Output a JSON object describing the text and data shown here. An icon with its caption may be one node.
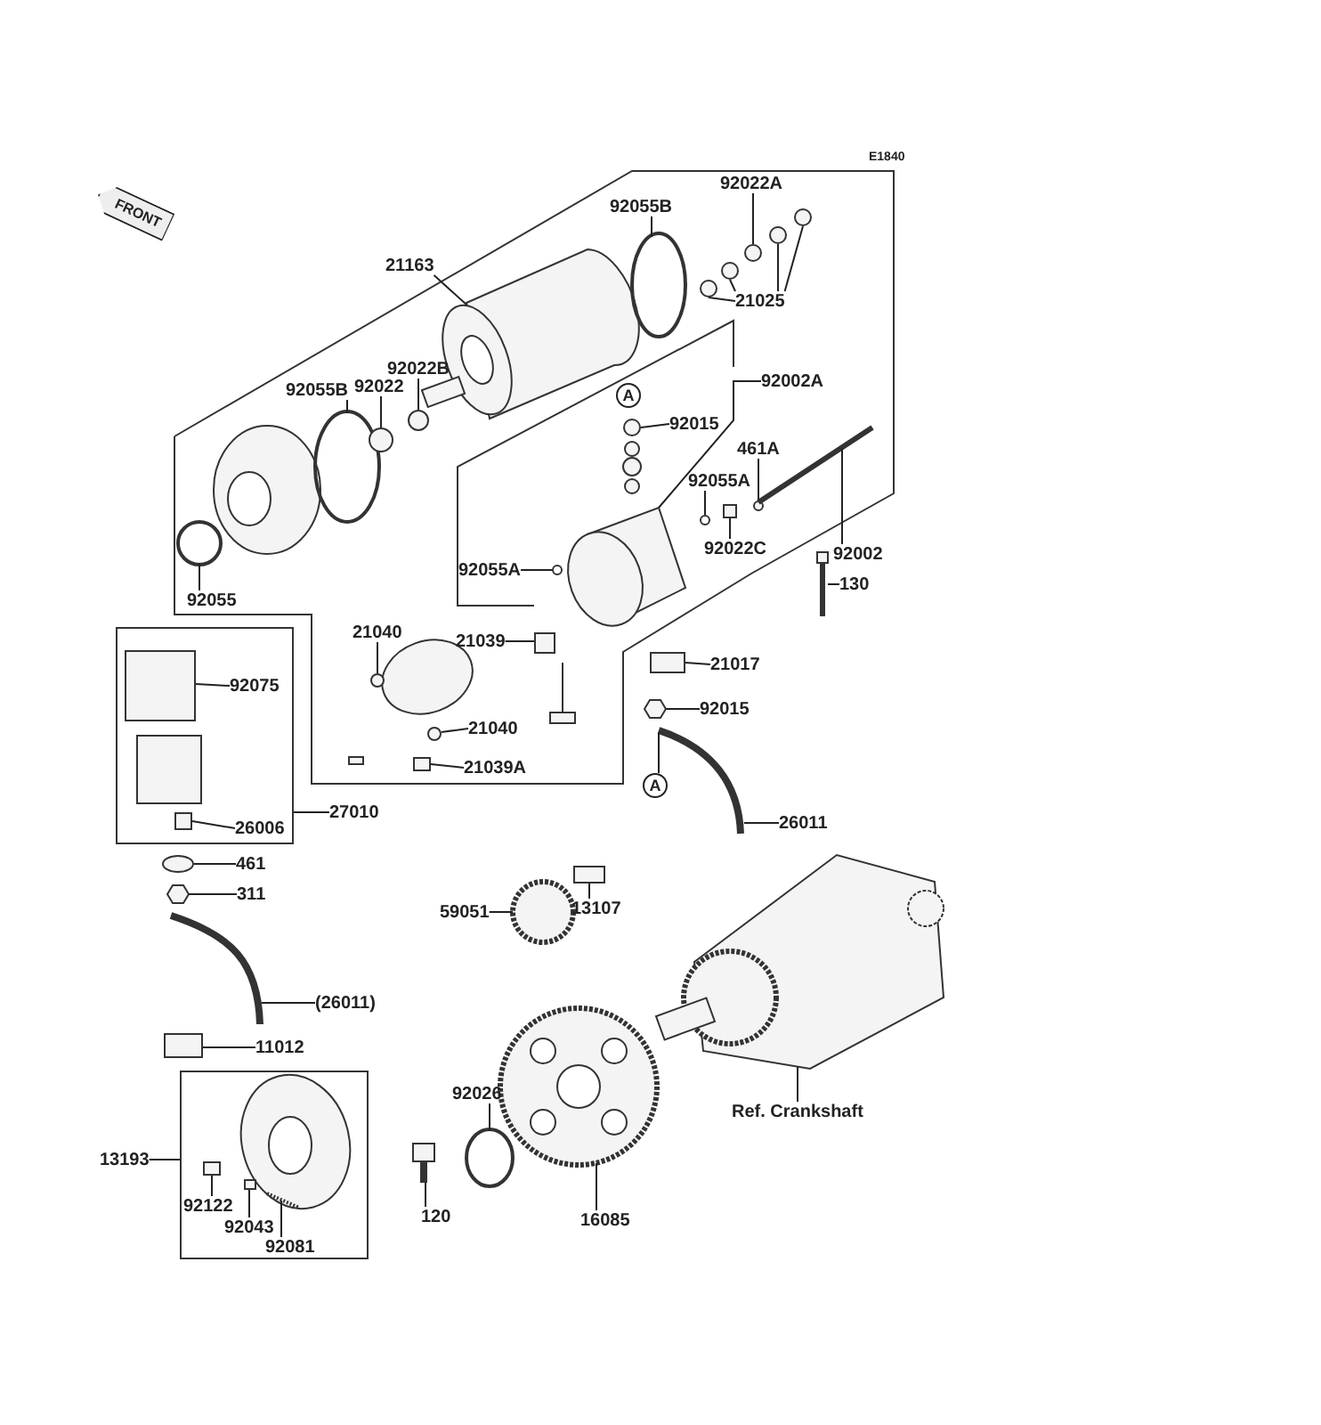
{
  "diagram": {
    "nodes": [
      {
        "text": [
          "21163"
        ]
      },
      {
        "text": [
          "92055B"
        ]
      },
      {
        "text": [
          "92022A"
        ]
      },
      {
        "text": [
          "21025"
        ]
      },
      {
        "text": [
          "92002A"
        ]
      },
      {
        "text": [
          "92055B"
        ]
      },
      {
        "text": [
          "92022"
        ]
      },
      {
        "text": [
          "92022B"
        ]
      },
      {
        "text": [
          "92015"
        ]
      },
      {
        "text": [
          "461A"
        ]
      },
      {
        "text": [
          "92055A"
        ]
      },
      {
        "text": [
          "92002"
        ]
      },
      {
        "text": [
          "92022C"
        ]
      },
      {
        "text": [
          "92055A"
        ]
      },
      {
        "text": [
          "130"
        ]
      },
      {
        "text": [
          "92055"
        ]
      },
      {
        "text": [
          "21040"
        ]
      },
      {
        "text": [
          "21039"
        ]
      },
      {
        "text": [
          "92075"
        ],
        "in": 63
      },
      {
        "text": [
          "21017"
        ]
      },
      {
        "text": [
          "92015"
        ]
      },
      {
        "text": [
          "21040"
        ]
      },
      {
        "text": [
          "21039A"
        ]
      },
      {
        "text": [
          "A"
        ]
      },
      {
        "text": [
          "27010"
        ]
      },
      {
        "text": [
          "26006"
        ],
        "in": 63
      },
      {
        "text": [
          "26011"
        ]
      },
      {
        "text": [
          "461"
        ]
      },
      {
        "text": [
          "311"
        ]
      },
      {
        "text": [
          "13107"
        ]
      },
      {
        "text": [
          "59051"
        ]
      },
      {
        "text": [
          "(26011)"
        ]
      },
      {
        "text": [
          "11012"
        ]
      },
      {
        "text": [
          "Ref. Crankshaft"
        ]
      },
      {
        "text": [
          "92026"
        ]
      },
      {
        "text": [
          "13193"
        ]
      },
      {
        "text": [
          "120"
        ]
      },
      {
        "text": [
          "16085"
        ]
      },
      {
        "text": [
          "92122"
        ],
        "in": 79
      },
      {
        "text": [
          "92043"
        ],
        "in": 79
      },
      {
        "text": [
          "92081"
        ],
        "in": 79
      },
      {
        "text": [
          "A"
        ]
      },
      {
        "text": [],
        "shape": "picture"
      },
      {
        "text": [],
        "shape": "circle"
      },
      {
        "text": [],
        "shape": "circle"
      },
      {
        "text": [],
        "shape": "circle"
      },
      {
        "text": [],
        "shape": "circle"
      },
      {
        "text": [],
        "shape": "circle"
      },
      {
        "text": [],
        "shape": "circle"
      },
      {
        "text": [],
        "shape": "picture"
      },
      {
        "text": [],
        "shape": "circle"
      },
      {
        "text": [],
        "shape": "circle"
      },
      {
        "text": [],
        "shape": "circle"
      },
      {
        "text": [],
        "shape": "circle"
      },
      {
        "text": [],
        "shape": "circle"
      },
      {
        "text": [],
        "shape": "circle"
      },
      {
        "text": [],
        "shape": "picture"
      },
      {
        "text": [],
        "shape": "box"
      },
      {
        "text": [],
        "shape": "circle"
      },
      {
        "text": [],
        "shape": "picture"
      },
      {
        "text": [],
        "shape": "circle"
      },
      {
        "text": [],
        "shape": "circle"
      },
      {
        "text": [],
        "shape": "box"
      },
      {
        "text": [],
        "shape": "box"
      },
      {
        "text": [],
        "shape": "box",
        "in": 63
      },
      {
        "text": [],
        "shape": "box",
        "in": 63
      },
      {
        "text": [],
        "shape": "box"
      },
      {
        "text": [],
        "shape": "picture"
      },
      {
        "text": [],
        "shape": "circle"
      },
      {
        "text": [],
        "shape": "box"
      },
      {
        "text": [],
        "shape": "picture"
      },
      {
        "text": [],
        "shape": "circle"
      },
      {
        "text": [],
        "shape": "picture"
      },
      {
        "text": [],
        "shape": "box"
      },
      {
        "text": [],
        "shape": "circle"
      },
      {
        "text": [],
        "shape": "picture"
      },
      {
        "text": [],
        "shape": "box"
      },
      {
        "text": [],
        "shape": "picture"
      },
      {
        "text": [],
        "shape": "circle"
      },
      {
        "text": [],
        "shape": "box"
      },
      {
        "text": [],
        "shape": "picture"
      },
      {
        "text": [],
        "shape": "picture"
      },
      {
        "text": [],
        "shape": "box",
        "in": 79
      },
      {
        "text": [],
        "shape": "box",
        "in": 79
      },
      {
        "text": [],
        "shape": "picture",
        "in": 79
      }
    ],
    "edges": [
      {
        "from": 0,
        "to": 42,
        "arrow": "none"
      },
      {
        "from": 1,
        "to": 43,
        "arrow": "none"
      },
      {
        "from": 2,
        "to": 46,
        "arrow": "none"
      },
      {
        "from": 3,
        "to": 44,
        "arrow": "none"
      },
      {
        "from": 3,
        "to": 45,
        "arrow": "none"
      },
      {
        "from": 3,
        "to": 47,
        "arrow": "none"
      },
      {
        "from": 3,
        "to": 48,
        "arrow": "none"
      },
      {
        "from": 4,
        "to": 49,
        "arrow": "none"
      },
      {
        "from": 5,
        "to": 50,
        "arrow": "none"
      },
      {
        "from": 6,
        "to": 51,
        "arrow": "none"
      },
      {
        "from": 7,
        "to": 52,
        "arrow": "none"
      },
      {
        "from": 8,
        "to": 53,
        "arrow": "none"
      },
      {
        "from": 9,
        "to": 54,
        "arrow": "none"
      },
      {
        "from": 10,
        "to": 55,
        "arrow": "none"
      },
      {
        "from": 11,
        "to": 56,
        "arrow": "none"
      },
      {
        "from": 12,
        "to": 57,
        "arrow": "none"
      },
      {
        "from": 13,
        "to": 58,
        "arrow": "none"
      },
      {
        "from": 14,
        "to": 59,
        "arrow": "none"
      },
      {
        "from": 15,
        "to": 60,
        "arrow": "none"
      },
      {
        "from": 16,
        "to": 61,
        "arrow": "none"
      },
      {
        "from": 17,
        "to": 62,
        "arrow": "none"
      },
      {
        "from": 18,
        "to": 64,
        "arrow": "none"
      },
      {
        "from": 19,
        "to": 66,
        "arrow": "none"
      },
      {
        "from": 20,
        "to": 67,
        "arrow": "none"
      },
      {
        "from": 21,
        "to": 68,
        "arrow": "none"
      },
      {
        "from": 22,
        "to": 69,
        "arrow": "none"
      },
      {
        "from": 23,
        "to": 70,
        "arrow": "none"
      },
      {
        "from": 24,
        "to": 63,
        "arrow": "none"
      },
      {
        "from": 25,
        "to": 65,
        "arrow": "none"
      },
      {
        "from": 26,
        "to": 70,
        "arrow": "none"
      },
      {
        "from": 27,
        "to": 71,
        "arrow": "none"
      },
      {
        "from": 28,
        "to": 72,
        "arrow": "none"
      },
      {
        "from": 29,
        "to": 73,
        "arrow": "none"
      },
      {
        "from": 30,
        "to": 74,
        "arrow": "none"
      },
      {
        "from": 31,
        "to": 75,
        "arrow": "none"
      },
      {
        "from": 32,
        "to": 76,
        "arrow": "none"
      },
      {
        "from": 33,
        "to": 77,
        "arrow": "none"
      },
      {
        "from": 34,
        "to": 78,
        "arrow": "none"
      },
      {
        "from": 35,
        "to": 79,
        "arrow": "none"
      },
      {
        "from": 36,
        "to": 80,
        "arrow": "none"
      },
      {
        "from": 37,
        "to": 81,
        "arrow": "none"
      },
      {
        "from": 38,
        "to": 82,
        "arrow": "none"
      },
      {
        "from": 39,
        "to": 83,
        "arrow": "none"
      },
      {
        "from": 40,
        "to": 84,
        "arrow": "none"
      }
    ],
    "labels": [
      "E1840",
      "FRONT"
    ]
  }
}
